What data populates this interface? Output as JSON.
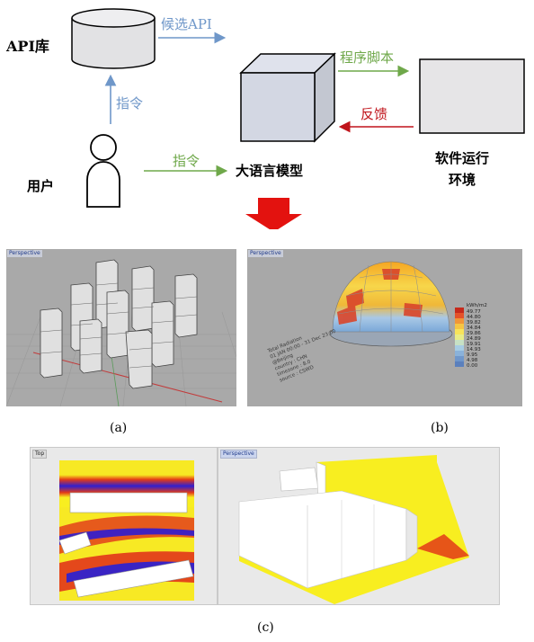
{
  "diagram": {
    "api_library": "API库",
    "candidate_api": "候选API",
    "instruction_up": "指令",
    "instruction_right": "指令",
    "user": "用户",
    "llm": "大语言模型",
    "program_script": "程序脚本",
    "feedback": "反馈",
    "software_env_line1": "软件运行",
    "software_env_line2": "环境",
    "colors": {
      "blue_arrow": "#6f97c9",
      "green_arrow": "#6fa84a",
      "red_arrow": "#c0141b",
      "big_arrow": "#e3120f"
    }
  },
  "panel_a": {
    "viewport": "Perspective",
    "caption": "(a)"
  },
  "panel_b": {
    "viewport": "Perspective",
    "caption": "(b)",
    "info_lines": [
      "Total Radiation",
      "01 JAN 00:00 - 31 Dec 23:00",
      "@Beijing",
      "country : CHN",
      "timezone : 8.0",
      "source : CSWD"
    ],
    "legend_title": "kWh/m2",
    "legend_values": [
      "49.77",
      "44.80",
      "39.82",
      "34.84",
      "29.86",
      "24.89",
      "19.91",
      "14.93",
      "9.95",
      "4.98",
      "0.00"
    ]
  },
  "panel_c": {
    "viewport_left": "Top",
    "viewport_right": "Perspective",
    "caption": "(c)"
  }
}
